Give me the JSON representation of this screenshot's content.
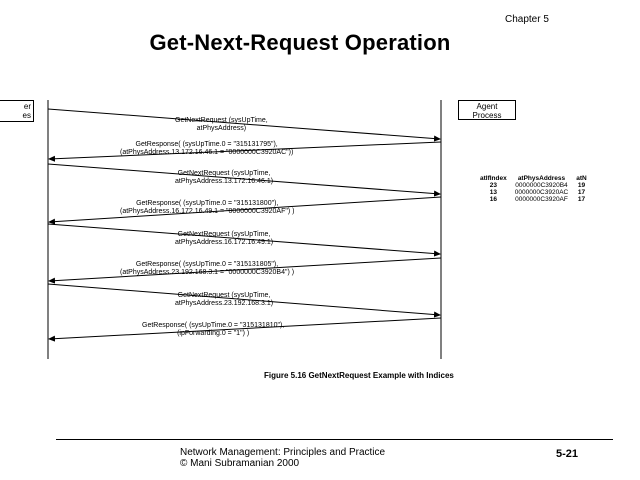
{
  "header": {
    "chapter": "Chapter 5",
    "title": "Get-Next-Request Operation"
  },
  "manager": {
    "line1": "er",
    "line2": "es"
  },
  "agent": {
    "line1": "Agent",
    "line2": "Process"
  },
  "messages": [
    {
      "line1": "GetNextRequest (sysUpTime,",
      "line2": "atPhysAddress)"
    },
    {
      "line1": "GetResponse( (sysUpTime.0 = \"315131795\"),",
      "line2": "(atPhysAddress.13.172.16.46.1 = \"0000000C3920AC\"))"
    },
    {
      "line1": "GetNextRequest (sysUpTime,",
      "line2": "atPhysAddress.13.172.16.46.1)"
    },
    {
      "line1": "GetResponse( (sysUpTime.0 = \"315131800\"),",
      "line2": "(atPhysAddress.16.172.16.49.1 = \"0000000C3920AF\") )"
    },
    {
      "line1": "GetNextRequest (sysUpTime,",
      "line2": "atPhysAddress.16.172.16.49.1)"
    },
    {
      "line1": "GetResponse( (sysUpTime.0 = \"315131805\"),",
      "line2": "(atPhysAddress.23.192.168.3.1 = \"0000000C3920B4\") )"
    },
    {
      "line1": "GetNextRequest (sysUpTime,",
      "line2": "atPhysAddress.23.192.168.3.1)"
    },
    {
      "line1": "GetResponse( (sysUpTime.0 = \"315131810\"),",
      "line2": "(ipForwarding.0 = \"1\") )"
    }
  ],
  "table": {
    "headers": [
      "atIfIndex",
      "atPhysAddress",
      "atN"
    ],
    "rows": [
      [
        "23",
        "0000000C3920B4",
        "19"
      ],
      [
        "13",
        "0000000C3920AC",
        "17"
      ],
      [
        "16",
        "0000000C3920AF",
        "17"
      ]
    ]
  },
  "caption": "Figure 5.16 GetNextRequest Example with Indices",
  "footer": {
    "book": "Network Management: Principles and Practice",
    "copyright": "©  Mani Subramanian 2000",
    "page": "5-21"
  }
}
